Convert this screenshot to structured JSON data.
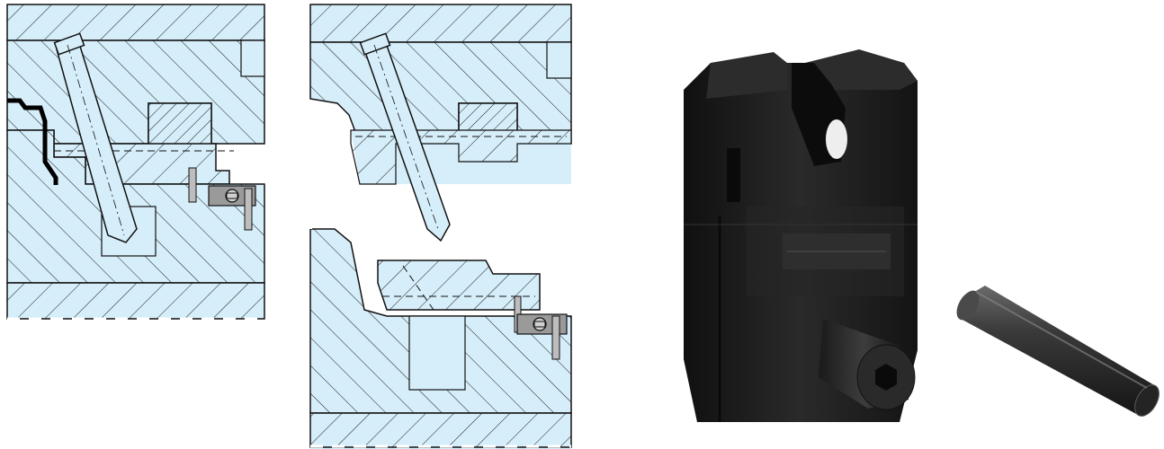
{
  "figure": {
    "panels": [
      {
        "id": "closed",
        "state": "mold-closed",
        "view": "section"
      },
      {
        "id": "open",
        "state": "mold-open",
        "view": "section"
      },
      {
        "id": "photo",
        "subject": "slide-retainer-block-with-dowel-pin",
        "view": "product"
      }
    ],
    "components": {
      "angle_pin": "angle-pin-icon",
      "slide": "slide-icon",
      "heel_block": "heel-block-icon",
      "retainer": "slide-retainer-icon",
      "screw": "cap-screw-icon",
      "dowel": "dowel-pin-icon"
    }
  },
  "colors": {
    "section_fill": "#d6eefa",
    "hatch": "#1a1a1a",
    "outline": "#111111",
    "retainer_fill": "#9a9a9a",
    "body_black": "#1e1e1e",
    "pin_dark": "#2e2e2e"
  }
}
